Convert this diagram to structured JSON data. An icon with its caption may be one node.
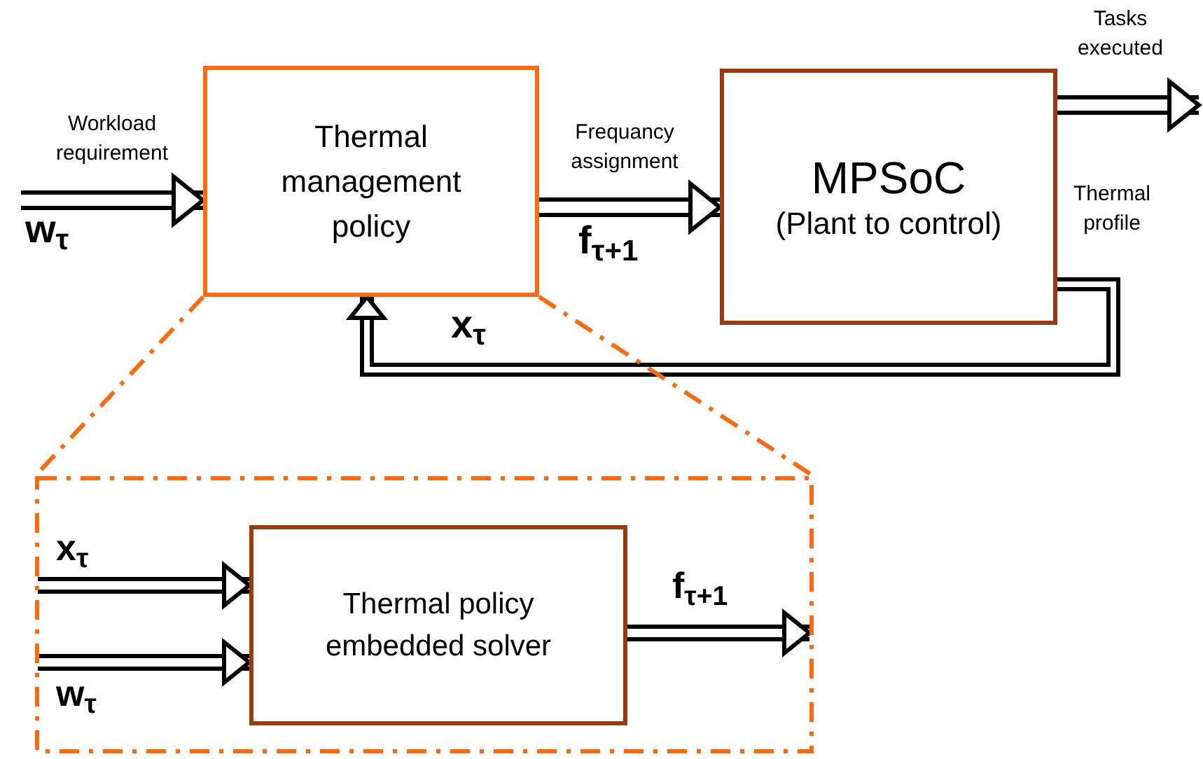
{
  "diagram": {
    "nodes": [
      {
        "text": [
          "Thermal management policy"
        ]
      },
      {
        "text": [
          "MPSoC",
          "(Plant to control)"
        ]
      },
      {
        "text": [],
        "shape": "box"
      },
      {
        "text": [
          "Thermal policy embedded solver"
        ],
        "in": 2
      }
    ],
    "edges": [
      {
        "from": null,
        "to": 0,
        "arrow": "to",
        "label": "Workload requirement"
      },
      {
        "from": 0,
        "to": 1,
        "arrow": "to",
        "label": "Frequancy assignment"
      },
      {
        "from": 1,
        "to": null,
        "arrow": "to",
        "label": "Tasks executed"
      },
      {
        "from": 1,
        "to": 0,
        "arrow": "to",
        "label": "Thermal profile"
      },
      {
        "from": 0,
        "to": 2,
        "arrow": "none",
        "style": "dashed",
        "color": "#ff6a10"
      },
      {
        "from": 0,
        "to": 2,
        "arrow": "none",
        "style": "dashed",
        "color": "#ff6a10"
      },
      {
        "from": null,
        "to": 3,
        "arrow": "to"
      },
      {
        "from": null,
        "to": 3,
        "arrow": "to"
      },
      {
        "from": 3,
        "to": null,
        "arrow": "to"
      }
    ],
    "labels": [
      "w$_{τ}$",
      "f$_{τ+1}$",
      "x$_{τ}$",
      "x$_{τ}$",
      "w$_{τ}$",
      "f$_{τ+1}$"
    ]
  }
}
